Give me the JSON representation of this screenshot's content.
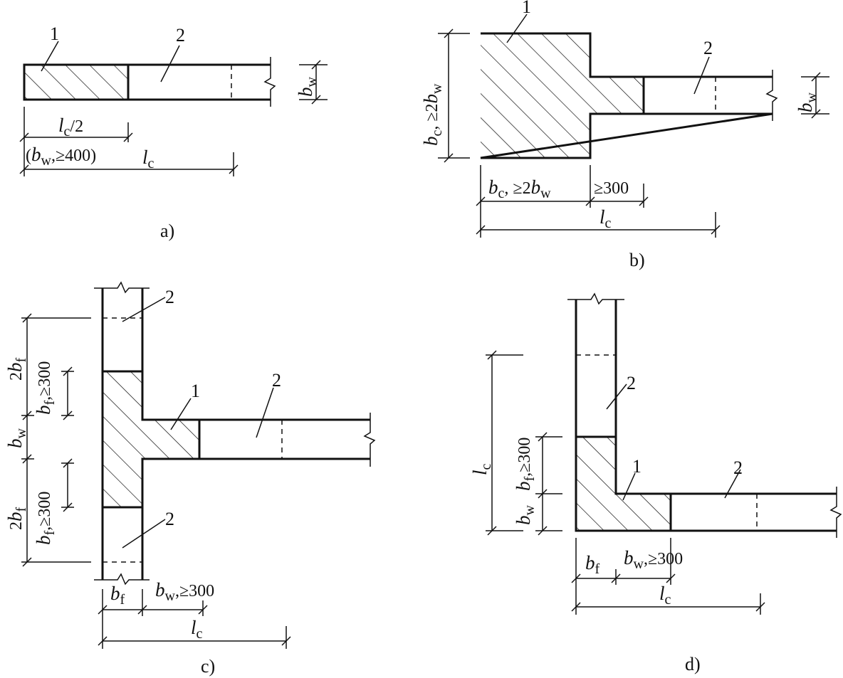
{
  "markers": {
    "one": "1",
    "two": "2"
  },
  "symbols": {
    "l": "l",
    "b": "b"
  },
  "subscripts": {
    "c": "c",
    "w": "w",
    "f": "f"
  },
  "numbers": {
    "two": "2",
    "half": "/2",
    "ge300": "≥300",
    "ge400": "≥400)",
    "ge2": "≥2",
    "comma": ",",
    "open": "("
  },
  "captions": {
    "a": "a)",
    "b": "b)",
    "c": "c)",
    "d": "d)"
  }
}
